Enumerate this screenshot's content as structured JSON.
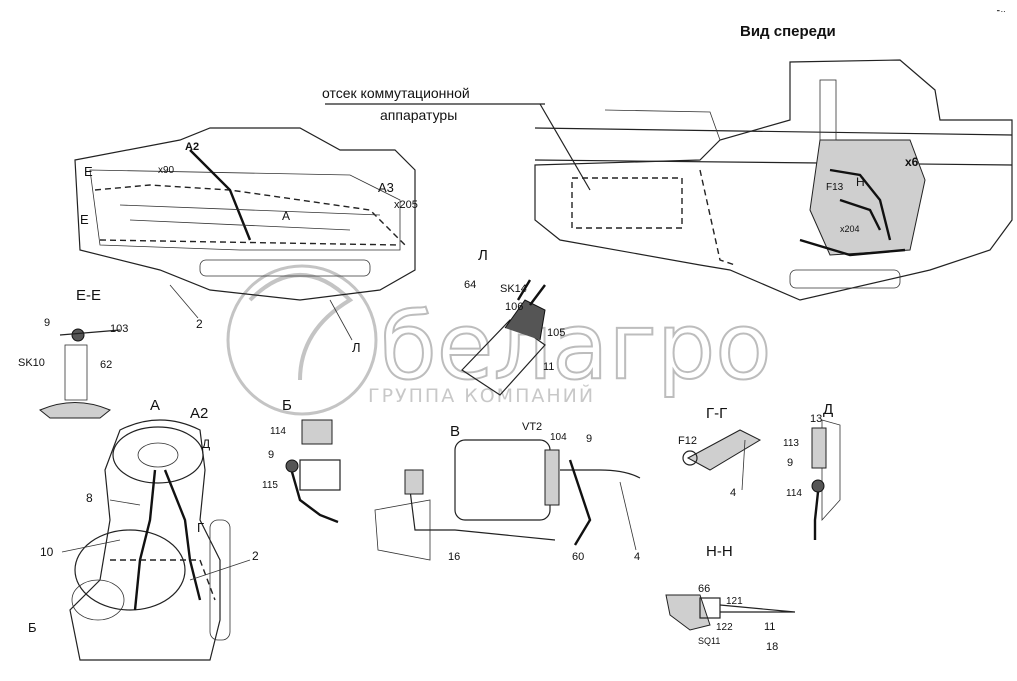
{
  "title": "Вид спереди",
  "watermark": {
    "brand": "белагро",
    "subtitle": "ГРУППА КОМПАНИЙ"
  },
  "callout": {
    "line1": "отсек коммутационной",
    "line2": "аппаратуры"
  },
  "section_labels": {
    "e_e": "Е-Е",
    "l": "Л",
    "a": "А",
    "a2": "А2",
    "a3": "А3",
    "b": "Б",
    "v": "В",
    "g_g": "Г-Г",
    "d": "Д",
    "n_n": "Н-Н"
  },
  "marks": {
    "main_e_top": "Е",
    "main_e_bottom": "Е",
    "main_a2": "А2",
    "main_x90": "х90",
    "main_a3": "А3",
    "main_x205": "х205",
    "main_a": "А",
    "main_l": "Л",
    "main_2": "2",
    "front_x6": "х6",
    "front_f13": "F13",
    "front_n": "Н",
    "front_x204": "х204",
    "ee_9": "9",
    "ee_103": "103",
    "ee_sk10": "SK10",
    "ee_62": "62",
    "l_64": "64",
    "l_sk14": "SK14",
    "l_106": "106",
    "l_105": "105",
    "l_11": "11",
    "a_d": "Д",
    "a_8": "8",
    "a_10": "10",
    "a_g": "Г",
    "a_2": "2",
    "a_b": "Б",
    "b_114": "114",
    "b_9": "9",
    "b_115": "115",
    "v_vt2": "VT2",
    "v_104": "104",
    "v_9": "9",
    "v_16": "16",
    "v_60": "60",
    "v_4": "4",
    "gg_f12": "F12",
    "gg_4": "4",
    "d_13": "13",
    "d_113": "113",
    "d_9": "9",
    "d_114": "114",
    "nn_66": "66",
    "nn_121": "121",
    "nn_122": "122",
    "nn_11": "11",
    "nn_sq11": "SQ11",
    "nn_18": "18"
  }
}
